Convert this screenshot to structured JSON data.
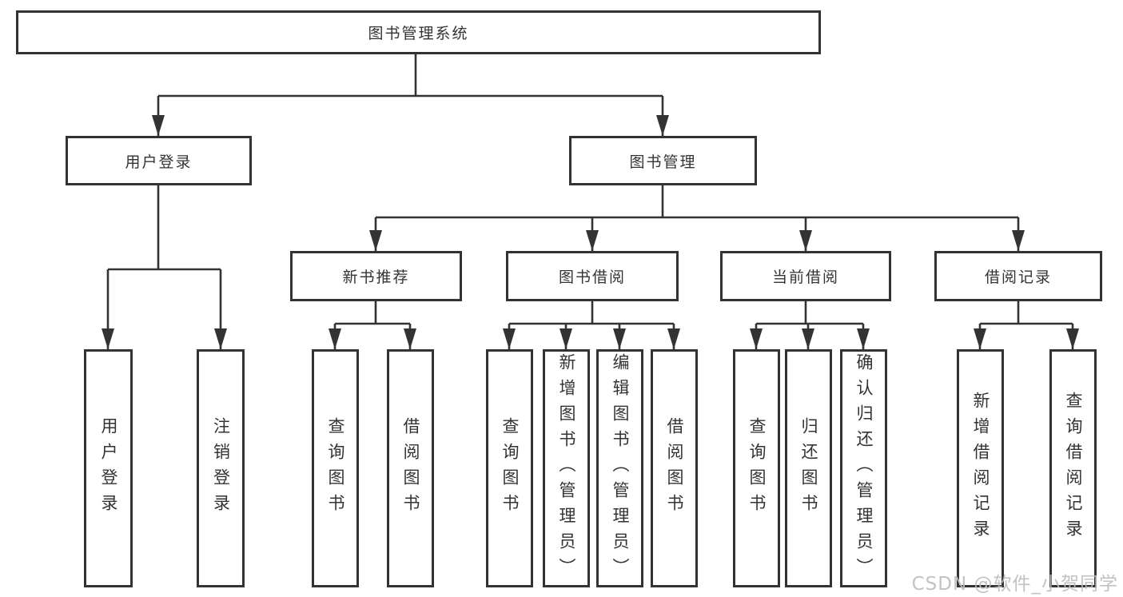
{
  "style": {
    "line_color": "#333333",
    "box_border_color": "#333333",
    "box_fill": "#ffffff",
    "background": "#ffffff",
    "watermark_color": "#bdbdbd"
  },
  "tree": {
    "root": {
      "label": "图书管理系统"
    },
    "level2": [
      {
        "label": "用户登录",
        "children": [
          {
            "label": "用户登录"
          },
          {
            "label": "注销登录"
          }
        ]
      },
      {
        "label": "图书管理",
        "children": [
          {
            "label": "新书推荐",
            "children": [
              {
                "label": "查询图书"
              },
              {
                "label": "借阅图书"
              }
            ]
          },
          {
            "label": "图书借阅",
            "children": [
              {
                "label": "查询图书"
              },
              {
                "label": "新增图书（管理员）"
              },
              {
                "label": "编辑图书（管理员）"
              },
              {
                "label": "借阅图书"
              }
            ]
          },
          {
            "label": "当前借阅",
            "children": [
              {
                "label": "查询图书"
              },
              {
                "label": "归还图书"
              },
              {
                "label": "确认归还（管理员）"
              }
            ]
          },
          {
            "label": "借阅记录",
            "children": [
              {
                "label": "新增借阅记录"
              },
              {
                "label": "查询借阅记录"
              }
            ]
          }
        ]
      }
    ]
  },
  "watermark": {
    "text": "CSDN @软件_小贺同学"
  }
}
